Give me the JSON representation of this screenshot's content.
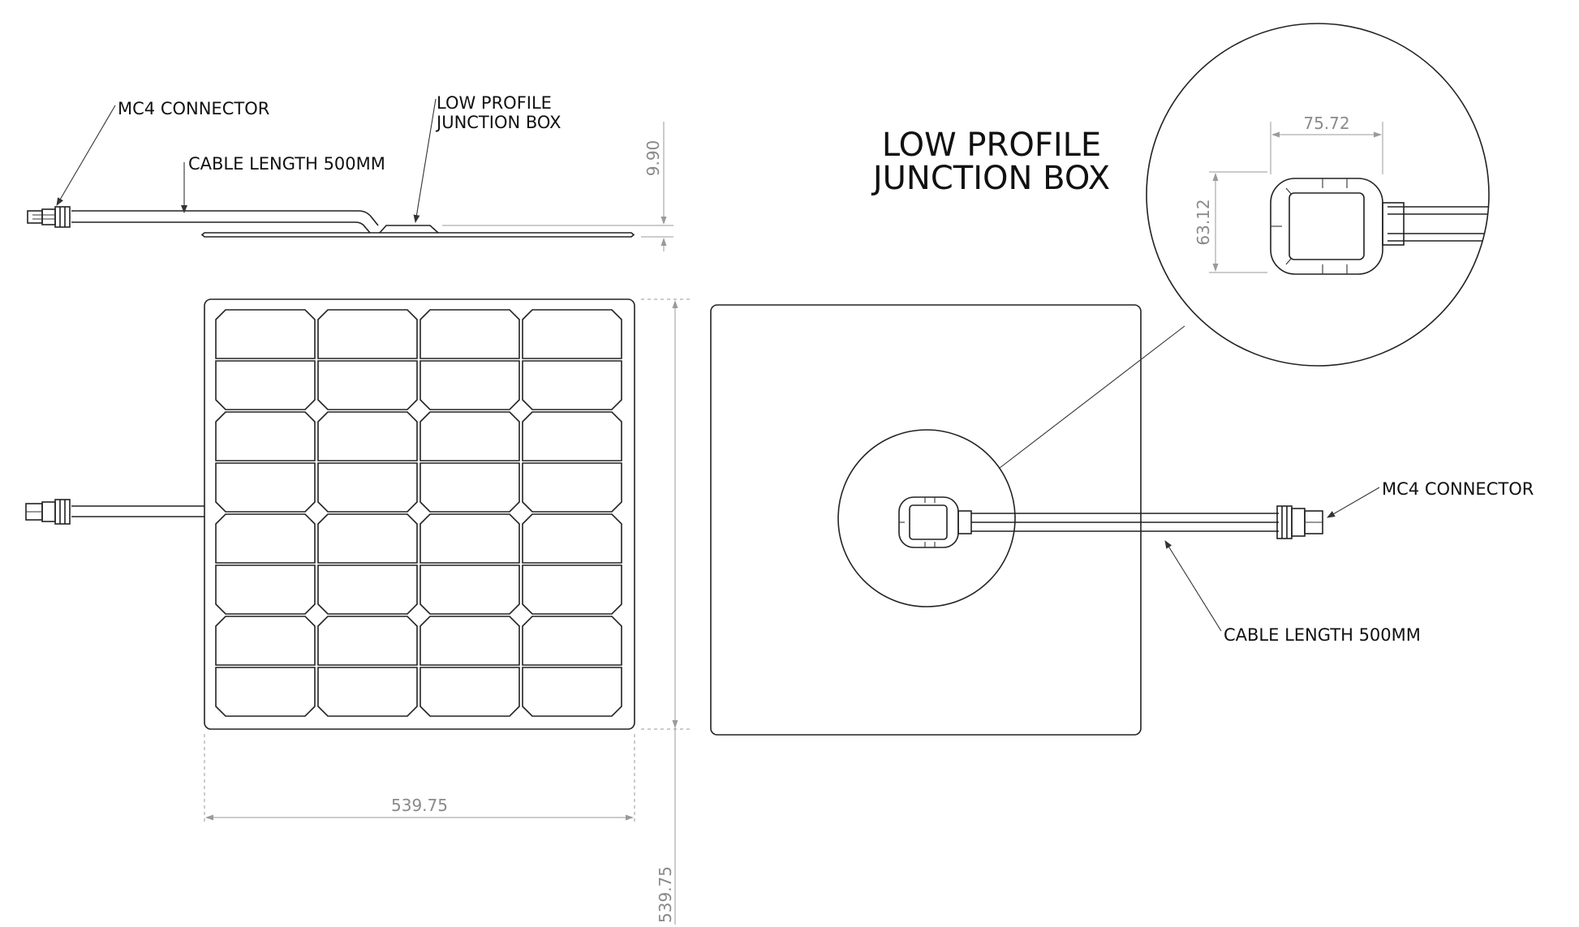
{
  "labels": {
    "mc4_connector_side": "MC4 CONNECTOR",
    "cable_length_side": "CABLE LENGTH  500MM",
    "junction_box_side_line1": "LOW PROFILE",
    "junction_box_side_line2": "JUNCTION BOX",
    "detail_title_line1": "LOW PROFILE",
    "detail_title_line2": "JUNCTION BOX",
    "mc4_connector_rear": "MC4 CONNECTOR",
    "cable_length_rear": "CABLE LENGTH  500MM"
  },
  "dimensions": {
    "thickness": "9.90",
    "panel_width": "539.75",
    "panel_height": "539.75",
    "box_width": "75.72",
    "box_height": "63.12"
  },
  "panel_cells": {
    "columns": 4,
    "rows": 8
  }
}
